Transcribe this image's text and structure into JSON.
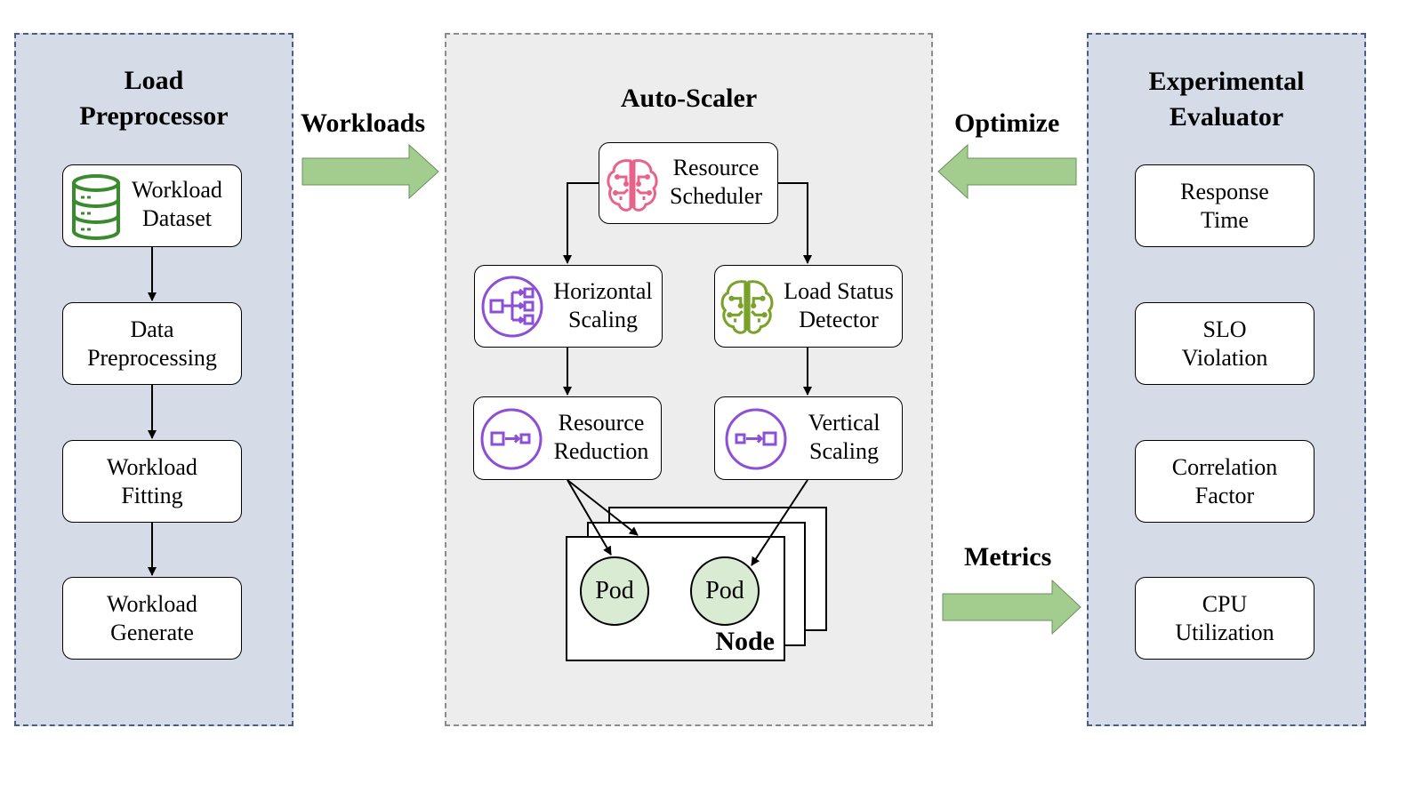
{
  "load_preprocessor": {
    "title": "Load\nPreprocessor",
    "boxes": [
      "Workload\nDataset",
      "Data\nPreprocessing",
      "Workload\nFitting",
      "Workload\nGenerate"
    ]
  },
  "auto_scaler": {
    "title": "Auto-Scaler",
    "resource_scheduler": "Resource\nScheduler",
    "horizontal_scaling": "Horizontal\nScaling",
    "load_status_detector": "Load Status\nDetector",
    "resource_reduction": "Resource\nReduction",
    "vertical_scaling": "Vertical\nScaling",
    "pod_left": "Pod",
    "pod_right": "Pod",
    "node": "Node"
  },
  "experimental_evaluator": {
    "title": "Experimental\nEvaluator",
    "boxes": [
      "Response\nTime",
      "SLO\nViolation",
      "Correlation\nFactor",
      "CPU\nUtilization"
    ]
  },
  "flows": {
    "workloads": "Workloads",
    "optimize": "Optimize",
    "metrics": "Metrics"
  },
  "colors": {
    "side_panel_fill": "#d5dbe7",
    "side_panel_border": "#4a5d85",
    "center_panel_fill": "#ededed",
    "center_panel_border": "#8c8c8c",
    "arrow_green": "#a3cd8e",
    "pod_fill": "#d9ecd3",
    "icon_database": "#3a8a2e",
    "icon_scheduler": "#e8638a",
    "icon_scaling": "#8c4fd6",
    "icon_detector": "#7aa22a"
  },
  "icons": [
    "database-icon",
    "brain-circuit-icon",
    "horizontal-scale-icon",
    "brain-circuit-icon",
    "resize-icon",
    "resize-icon"
  ]
}
